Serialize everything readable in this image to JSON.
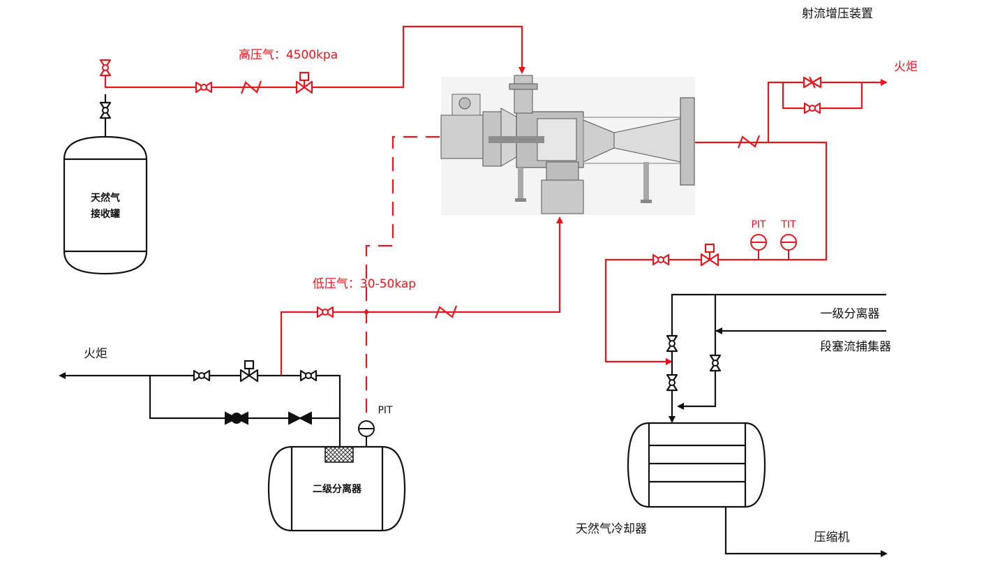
{
  "colors": {
    "high_pressure_line": "#e8141c",
    "low_pressure_line": "#e8141c",
    "process_line": "#111111",
    "equipment_body": "#c9c9c9",
    "background": "#ffffff"
  },
  "labels": {
    "ejector_title": "射流增压装置",
    "flare_right": "火炬",
    "flare_left": "火炬",
    "high_pressure": "高压气：4500kpa",
    "low_pressure": "低压气：30-50kap",
    "pit_top": "PIT",
    "tit_top": "TIT",
    "pit_bottom": "PIT",
    "primary_separator": "一级分离器",
    "slug_catcher": "段塞流捕集器",
    "gas_receiver_line1": "天然气",
    "gas_receiver_line2": "接收罐",
    "secondary_separator": "二级分离器",
    "gas_cooler": "天然气冷却器",
    "compressor": "压缩机"
  },
  "icons": [
    "gate-valve-icon",
    "check-valve-icon",
    "control-valve-icon",
    "safety-valve-icon",
    "pressure-indicator-icon",
    "temperature-indicator-icon",
    "arrow-icon"
  ]
}
